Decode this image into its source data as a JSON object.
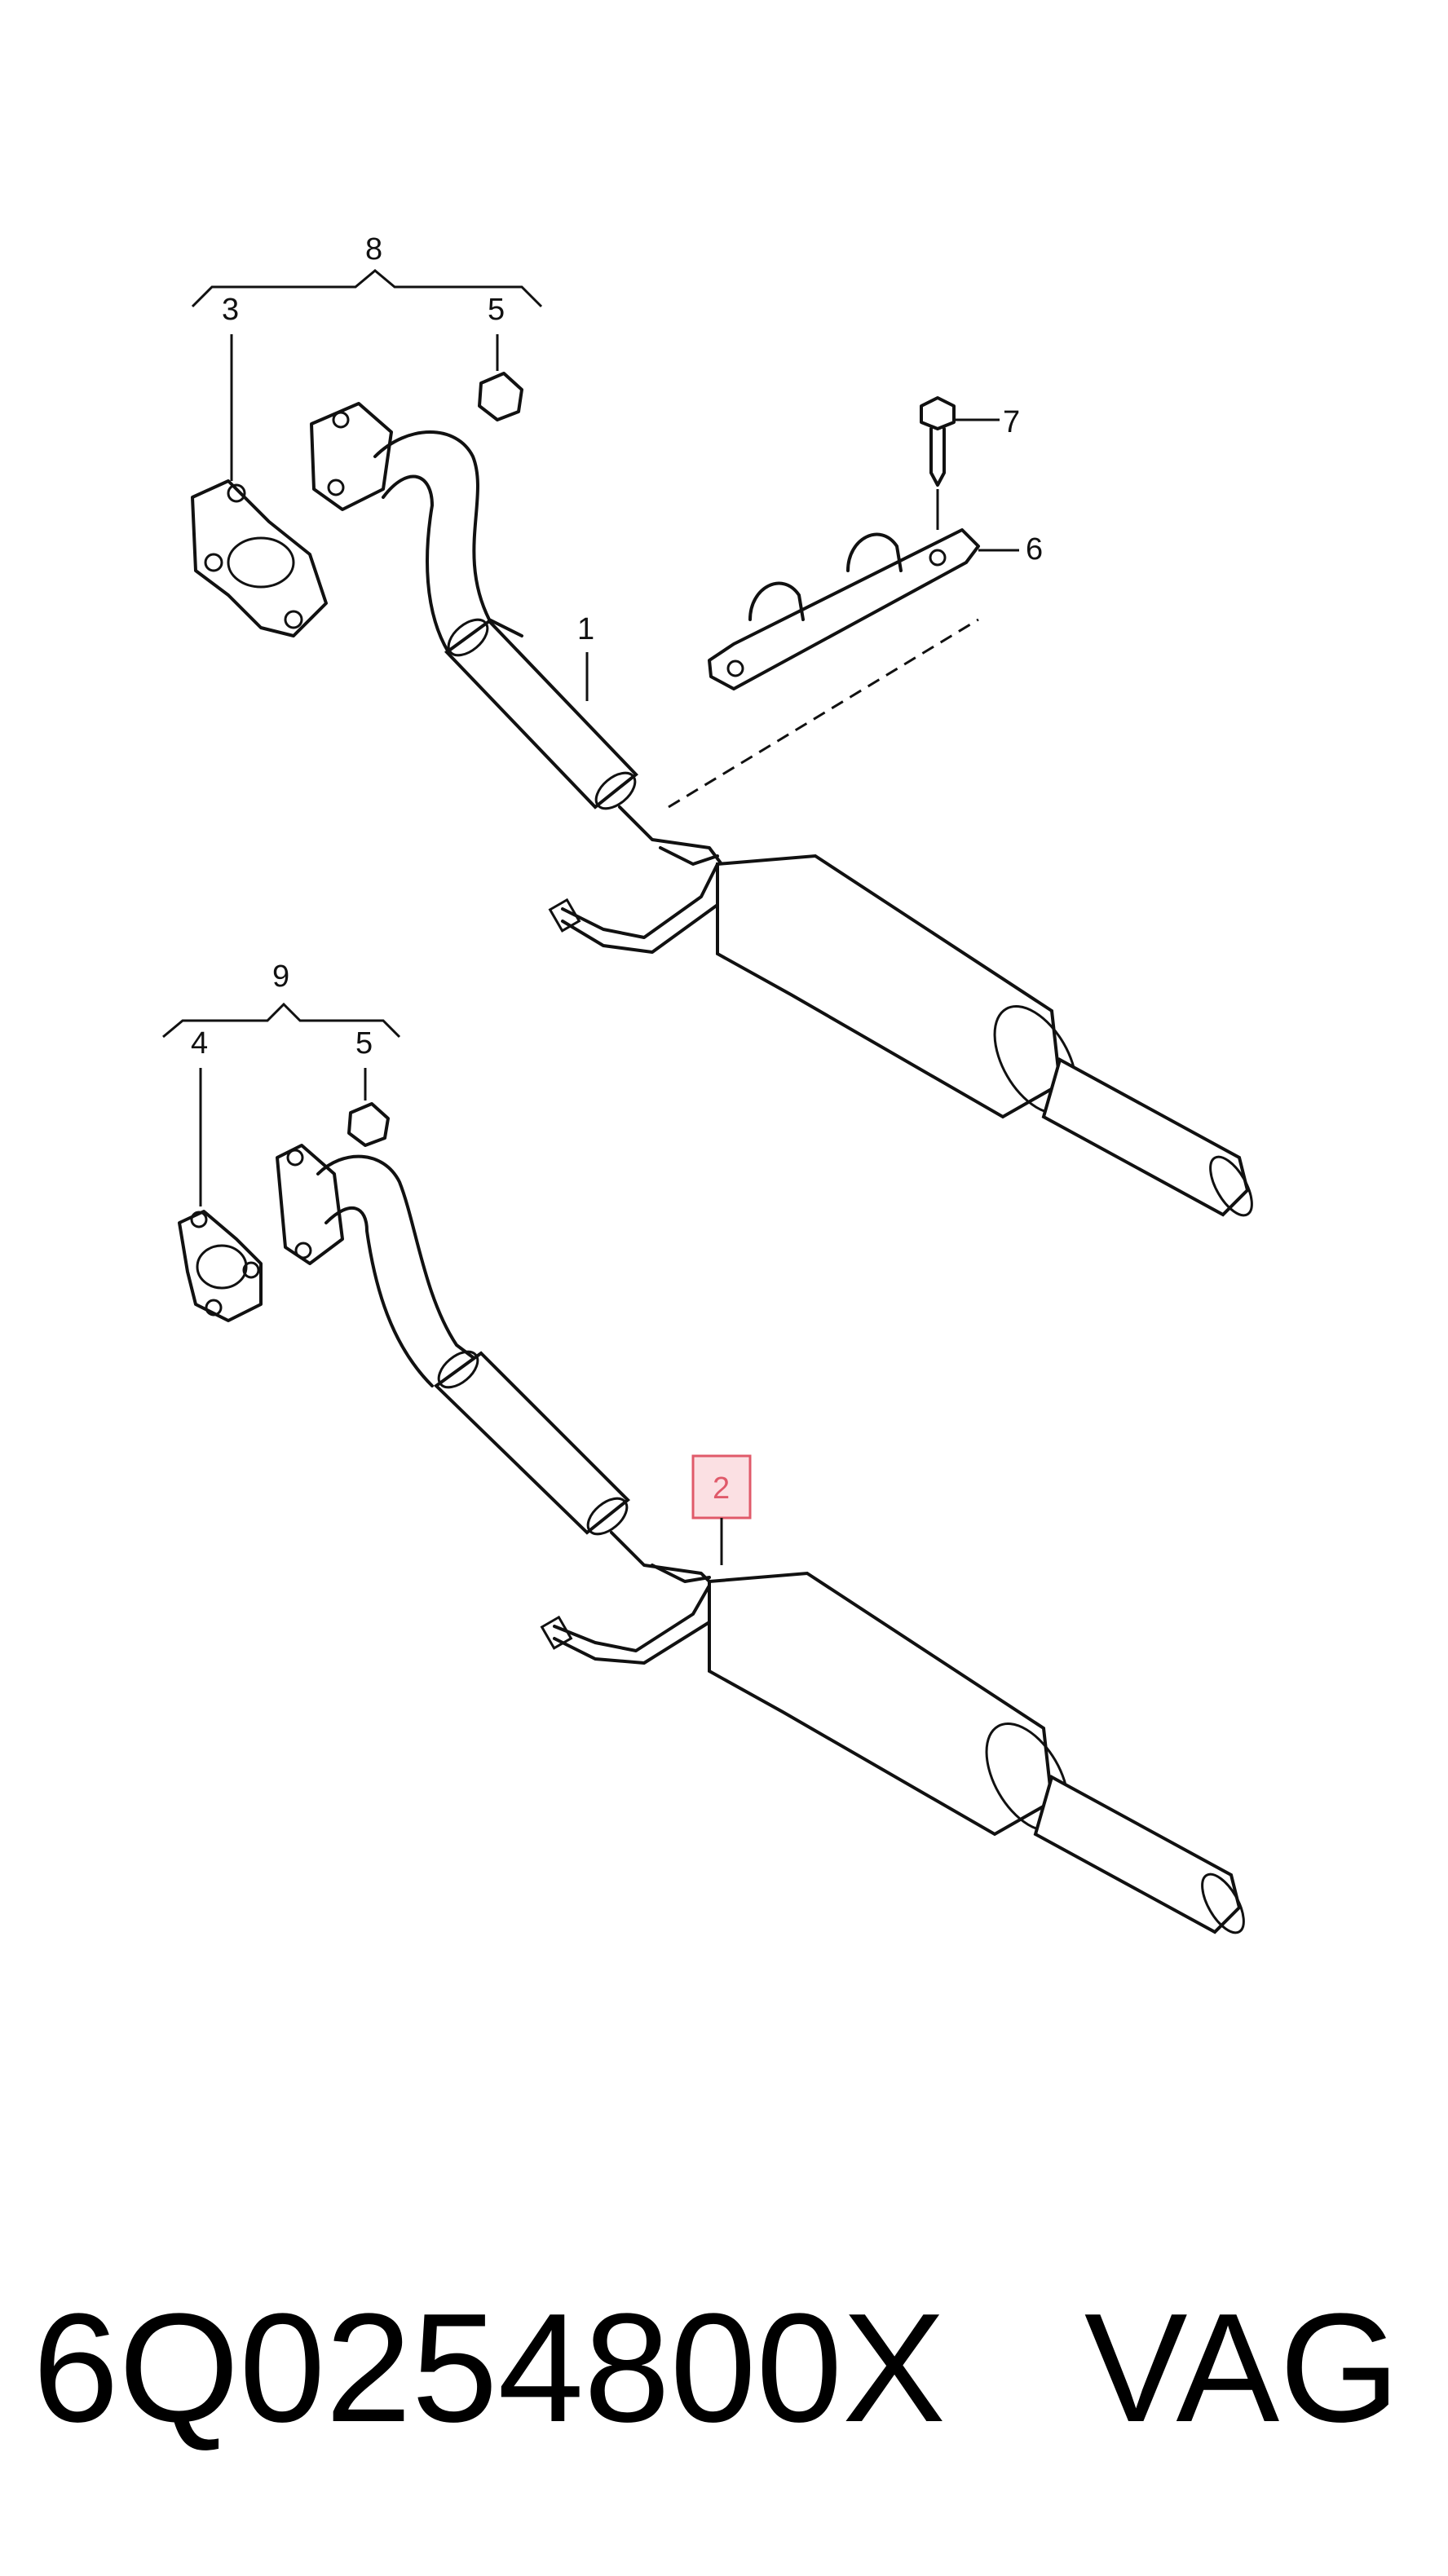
{
  "diagram": {
    "labels": {
      "p1": "1",
      "p2": "2",
      "p3": "3",
      "p4": "4",
      "p5_top": "5",
      "p5_bottom": "5",
      "p6": "6",
      "p7": "7",
      "p8": "8",
      "p9": "9"
    },
    "highlighted_part": "2",
    "highlight_color": "#e05a6a"
  },
  "footer": {
    "part_number": "6Q0254800X",
    "brand": "VAG"
  }
}
